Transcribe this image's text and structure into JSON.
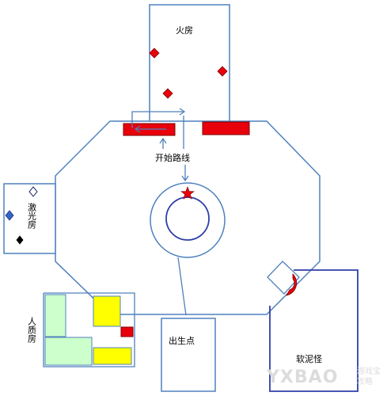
{
  "rooms": {
    "fire_room": "火房",
    "laser_room": "激光房",
    "hostage_room": "人质房",
    "spawn_point": "出生点",
    "slime_monster": "软泥怪"
  },
  "route_label": "开始路线",
  "watermark": {
    "logo": "YXBAO",
    "sub": "游戏宝",
    "sub2": "攻略"
  },
  "colors": {
    "line": "#4f81bd",
    "frame": "#2e3fa8",
    "red": "#e8000b",
    "yellow": "#ffff00",
    "green": "#ccffcc",
    "text": "#000000"
  }
}
